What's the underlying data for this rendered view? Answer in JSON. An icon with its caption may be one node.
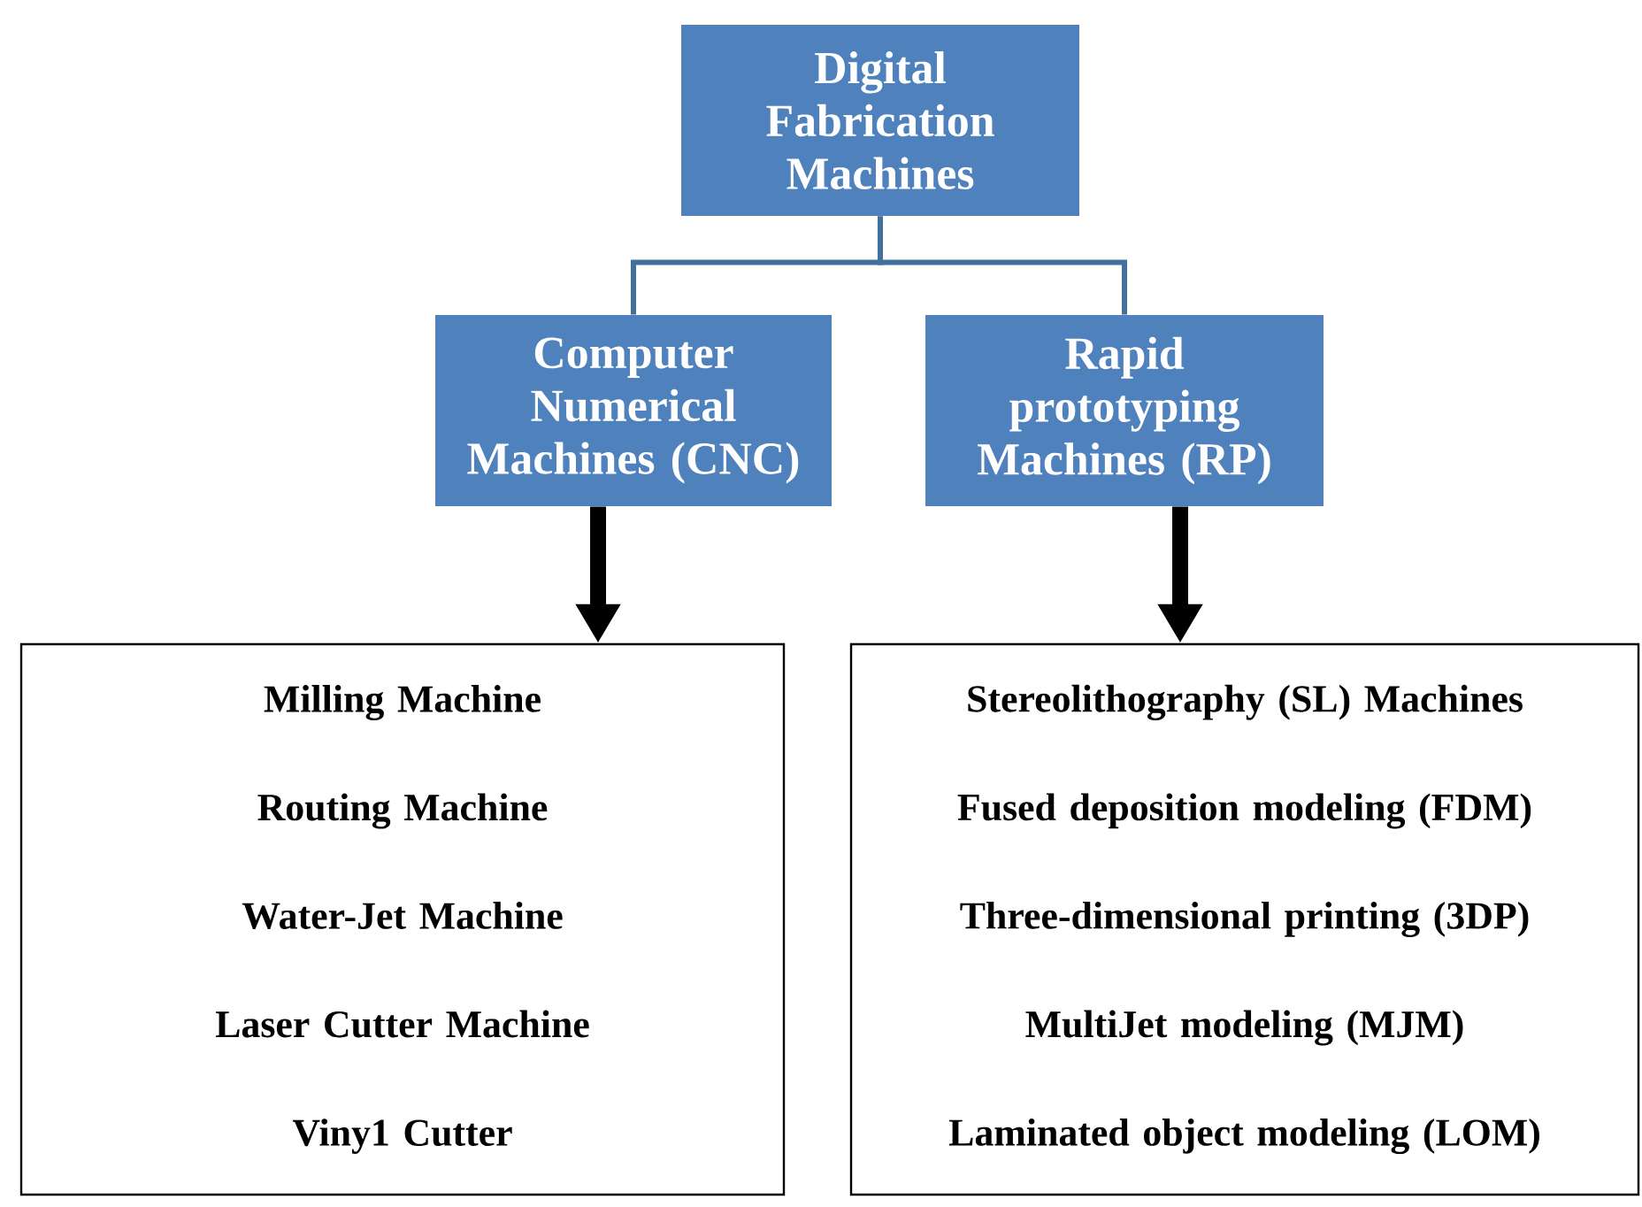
{
  "diagram": {
    "nodes": [
      {
        "text": [
          "Digital Fabrication Machines"
        ]
      },
      {
        "text": [
          "Computer Numerical Machines (CNC)"
        ]
      },
      {
        "text": [
          "Rapid prototyping Machines (RP)"
        ]
      },
      {
        "text": [
          "Milling Machine",
          "Routing Machine",
          "Water-Jet Machine",
          "Laser Cutter Machine",
          "Viny1 Cutter"
        ]
      },
      {
        "text": [
          "Stereolithography (SL) Machines",
          "Fused deposition modeling (FDM)",
          "Three-dimensional printing (3DP)",
          "MultiJet modeling (MJM)",
          "Laminated object modeling (LOM)"
        ]
      }
    ],
    "edges": [
      {
        "from": 0,
        "to": 1,
        "arrow": "none",
        "color": "#41719c"
      },
      {
        "from": 0,
        "to": 2,
        "arrow": "none",
        "color": "#41719c"
      },
      {
        "from": 1,
        "to": 3,
        "arrow": "to",
        "style": "thick",
        "color": "#000000"
      },
      {
        "from": 2,
        "to": 4,
        "arrow": "to",
        "style": "thick",
        "color": "#000000"
      }
    ]
  }
}
